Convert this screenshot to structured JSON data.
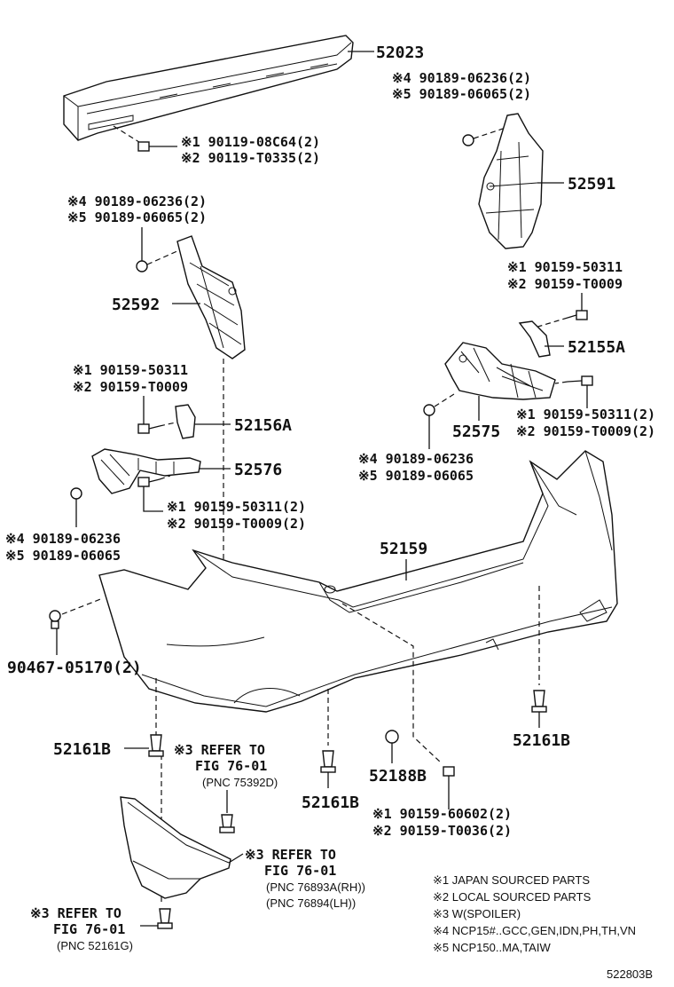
{
  "labels": {
    "p52023": "52023",
    "s1_90119_08c64": "※1 90119-08C64(2)",
    "s2_90119_t0335": "※2 90119-T0335(2)",
    "s4_tr": "※4 90189-06236(2)",
    "s5_tr": "※5 90189-06065(2)",
    "p52591": "52591",
    "s4_tl": "※4 90189-06236(2)",
    "s5_tl": "※5 90189-06065(2)",
    "p52592": "52592",
    "s1_r1": "※1 90159-50311",
    "s2_r1": "※2 90159-T0009",
    "p52155a": "52155A",
    "s1_l1": "※1 90159-50311",
    "s2_l1": "※2 90159-T0009",
    "p52156a": "52156A",
    "p52575": "52575",
    "s1_r2": "※1 90159-50311(2)",
    "s2_r2": "※2 90159-T0009(2)",
    "s4_mid": "※4 90189-06236",
    "s5_mid": "※5 90189-06065",
    "p52576": "52576",
    "s1_l2": "※1 90159-50311(2)",
    "s2_l2": "※2 90159-T0009(2)",
    "s4_l3": "※4 90189-06236",
    "s5_l3": "※5 90189-06065",
    "p52159": "52159",
    "p90467": "90467-05170(2)",
    "p52161b_left": "52161B",
    "p52161b_right": "52161B",
    "p52161b_mid": "52161B",
    "p52188b": "52188B",
    "s1_bot": "※1 90159-60602(2)",
    "s2_bot": "※2 90159-T0036(2)",
    "ref1_a": "※3 REFER TO",
    "ref1_b": "FIG 76-01",
    "ref1_c": "(PNC 75392D)",
    "ref2_a": "※3 REFER TO",
    "ref2_b": "FIG 76-01",
    "ref2_c": "(PNC 76893A(RH))",
    "ref2_d": "(PNC 76894(LH))",
    "ref3_a": "※3 REFER TO",
    "ref3_b": "FIG 76-01",
    "ref3_c": "(PNC 52161G)",
    "figure_code": "522803B"
  },
  "legend": [
    "※1 JAPAN SOURCED PARTS",
    "※2 LOCAL SOURCED PARTS",
    "※3 W(SPOILER)",
    "※4 NCP15#..GCC,GEN,IDN,PH,TH,VN",
    "※5 NCP150..MA,TAIW"
  ]
}
